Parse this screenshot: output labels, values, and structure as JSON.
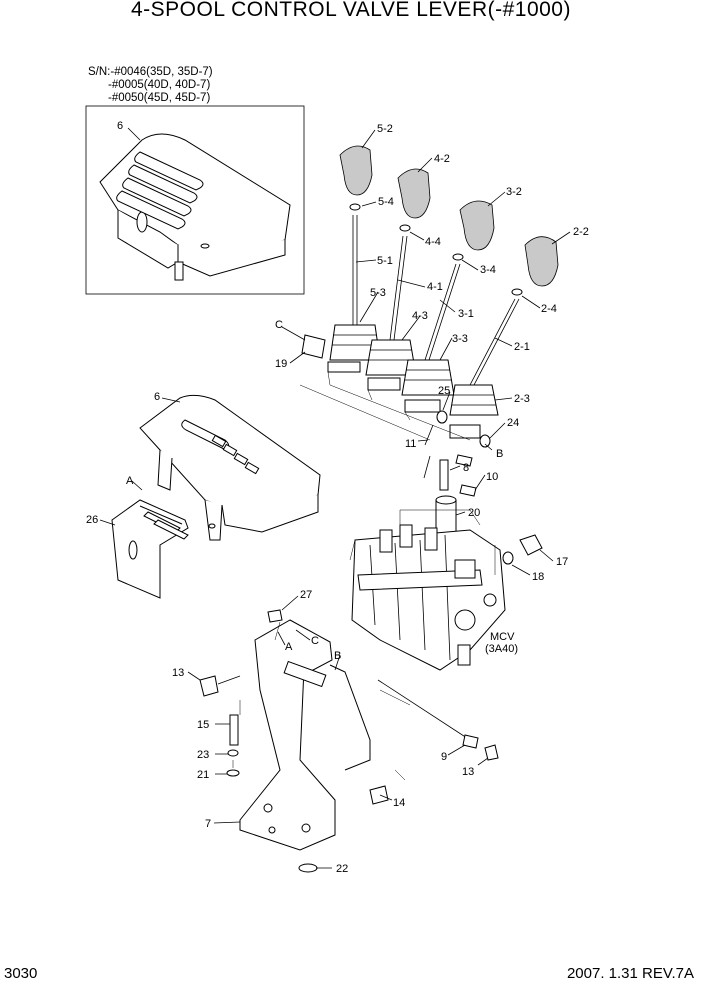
{
  "title": "4-SPOOL CONTROL VALVE LEVER(-#1000)",
  "serial_notes": [
    "S/N:-#0046(35D, 35D-7)",
    "-#0005(40D, 40D-7)",
    "-#0050(45D, 45D-7)"
  ],
  "page_number": "3030",
  "revision": "2007. 1.31 REV.7A",
  "mcv_label": [
    "MCV",
    "(3A40)"
  ],
  "callouts": {
    "c6a": "6",
    "c52": "5-2",
    "c42": "4-2",
    "c32": "3-2",
    "c22": "2-2",
    "c54": "5-4",
    "c44": "4-4",
    "c34": "3-4",
    "c24": "2-4",
    "c51": "5-1",
    "c41": "4-1",
    "c31": "3-1",
    "c21": "2-1",
    "c53": "5-3",
    "c43": "4-3",
    "c33": "3-3",
    "c23": "2-3",
    "cC1": "C",
    "c19": "19",
    "c6b": "6",
    "c25": "25",
    "c24b": "24",
    "c11": "11",
    "cB1": "B",
    "c8": "8",
    "c10": "10",
    "cA1": "A",
    "c26": "26",
    "c20": "20",
    "c17": "17",
    "c18": "18",
    "c27": "27",
    "cA2": "A",
    "cC2": "C",
    "cB2": "B",
    "c13a": "13",
    "c15": "15",
    "c23b": "23",
    "c21b": "21",
    "c9": "9",
    "c13b": "13",
    "c14": "14",
    "c7": "7",
    "c22b": "22"
  }
}
